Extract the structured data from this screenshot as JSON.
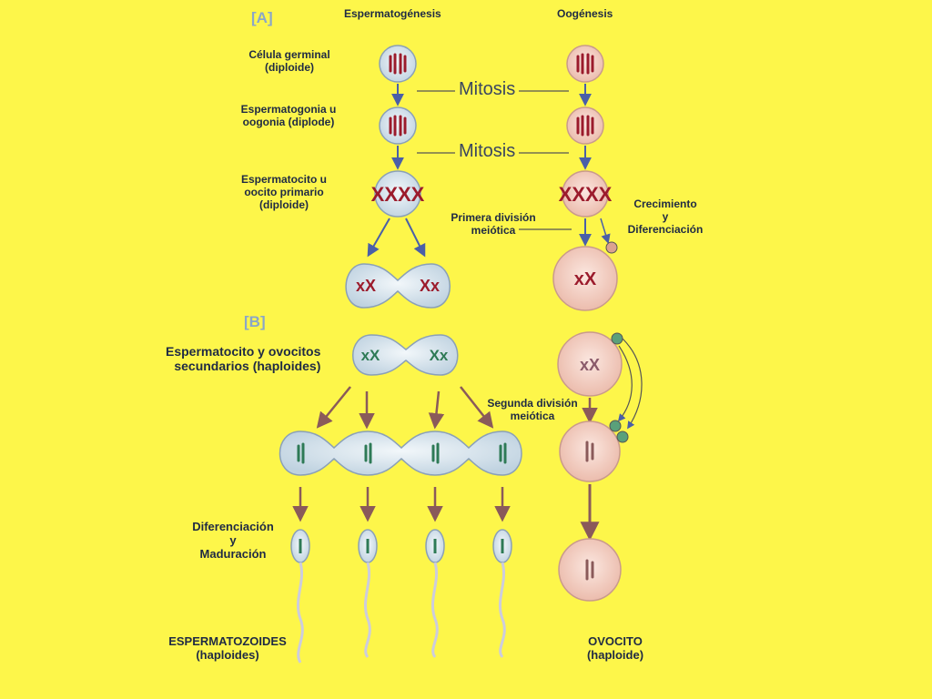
{
  "headers": {
    "section_a": "[A]",
    "spermatogenesis": "Espermatogénesis",
    "oogenesis": "Oogénesis",
    "section_b": "[B]"
  },
  "stages": {
    "germ_cell": "Célula germinal\n(diploide)",
    "spermatogonia": "Espermatogonia u\noogonia (diplode)",
    "primary": "Espermatocito u\noocito primario\n(diploide)",
    "secondary": "Espermatocito y ovocitos\nsecundarios (haploides)",
    "differentiation": "Diferenciación\ny\nMaduración"
  },
  "processes": {
    "mitosis_1": "Mitosis",
    "mitosis_2": "Mitosis",
    "first_meiotic": "Primera división\nmeiótica",
    "growth": "Crecimiento\ny\nDiferenciación",
    "second_meiotic": "Segunda división\nmeiótica"
  },
  "results": {
    "sperm": "ESPERMATOZOIDES\n(haploides)",
    "ovum": "OVOCITO\n(haploide)"
  },
  "colors": {
    "background": "#fdf64a",
    "sperm_cell_fill": "#dce8f0",
    "oocyte_fill": "#f6d2c8",
    "chrom_red": "#9b1b2c",
    "chrom_green": "#2e7a56",
    "arrow_blue": "#4a5fa8",
    "arrow_brown": "#8a5a5a"
  }
}
